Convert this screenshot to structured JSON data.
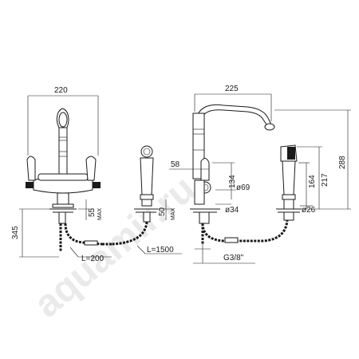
{
  "drawing": {
    "left_view": {
      "width_220": "220",
      "height_345": "345",
      "dim_55": "55",
      "max_1": "MAX",
      "hose_L200": "L=200"
    },
    "spray_view": {
      "dim_50": "50",
      "max_2": "MAX",
      "hose_L1500": "L=1500"
    },
    "right_view": {
      "width_225": "225",
      "dim_58": "58",
      "dim_134": "134",
      "dim_69": "ø69",
      "dim_34": "ø34",
      "thread": "G3/8\"",
      "dim_217": "217",
      "dim_164": "164",
      "dim_288": "288",
      "dim_26": "ø26"
    },
    "watermark": "aquamir.ru"
  }
}
